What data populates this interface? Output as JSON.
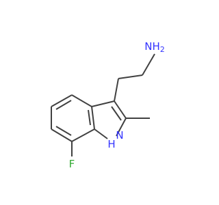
{
  "molecule": {
    "atoms": {
      "amine_n": {
        "symbol": "N",
        "hydrogens": "H",
        "subscript": "2",
        "color": "#3333ff"
      },
      "ring_nh": {
        "symbol": "N",
        "hydrogens": "H",
        "color": "#3333ff"
      },
      "fluorine": {
        "symbol": "F",
        "color": "#33aa33"
      }
    },
    "bond_color": "#404040"
  }
}
